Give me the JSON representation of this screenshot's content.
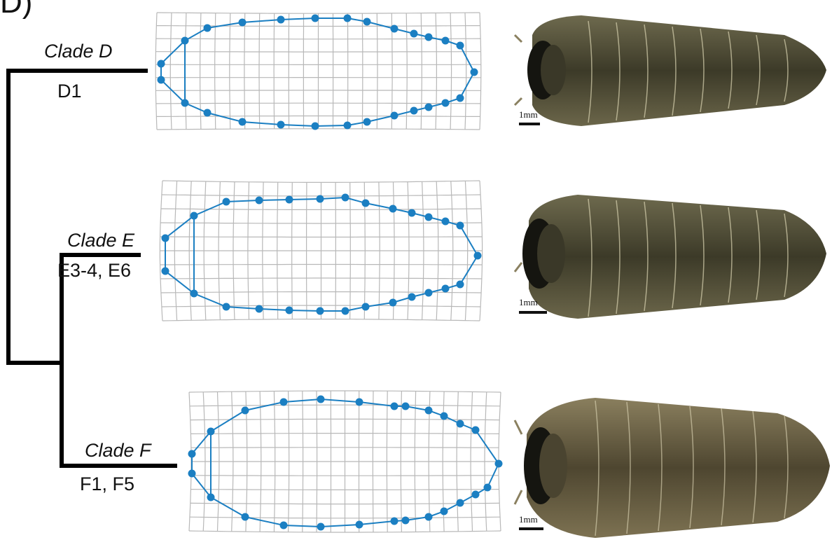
{
  "panel_label": "D)",
  "colors": {
    "landmark": "#1b7fc2",
    "grid": "#b8b8b8",
    "tree": "#000000"
  },
  "clades": [
    {
      "name": "Clade D",
      "members": "D1",
      "scale_bar": "1mm"
    },
    {
      "name": "Clade E",
      "members": "E3-4, E6",
      "scale_bar": "1mm"
    },
    {
      "name": "Clade F",
      "members": "F1, F5",
      "scale_bar": "1mm"
    }
  ]
}
